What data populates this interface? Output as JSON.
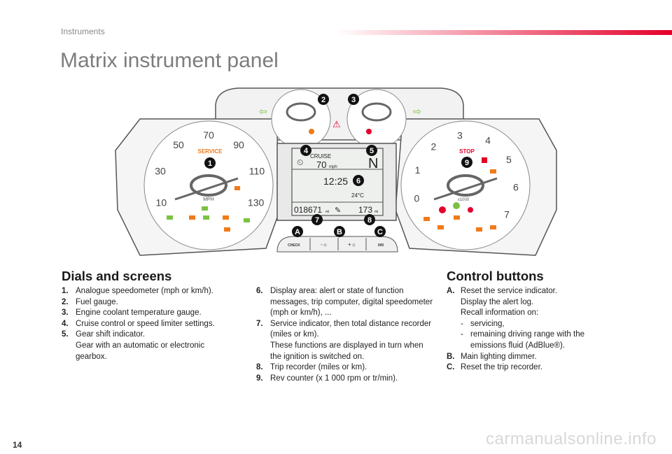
{
  "header": {
    "section": "Instruments",
    "title": "Matrix instrument panel"
  },
  "illustration": {
    "speedometer": {
      "numbers": [
        "10",
        "30",
        "50",
        "70",
        "90",
        "110",
        "130"
      ],
      "warning": "SERVICE",
      "unit": "MPH"
    },
    "rev_counter": {
      "numbers": [
        "0",
        "1",
        "2",
        "3",
        "4",
        "5",
        "6",
        "7"
      ],
      "warning": "STOP",
      "unit": "x1000"
    },
    "display": {
      "cruise_label": "CRUISE",
      "cruise_speed": "70",
      "cruise_unit": "mph",
      "gear": "N",
      "time": "12:25",
      "temperature": "24°C",
      "odometer": "018671",
      "odometer_unit": "mi",
      "trip": "173",
      "trip_unit": "mi"
    },
    "buttons": {
      "check": "CHECK",
      "dim_minus": "-☼",
      "dim_plus": "+☼",
      "reset": "000"
    },
    "callouts": [
      "1",
      "2",
      "3",
      "4",
      "5",
      "6",
      "7",
      "8",
      "9",
      "A",
      "B",
      "C"
    ],
    "colors": {
      "warning_orange": "#f07a1a",
      "warning_red": "#e4002b",
      "indicator_green": "#7cc242"
    }
  },
  "dials": {
    "heading": "Dials and screens",
    "items": [
      {
        "num": "1.",
        "text": "Analogue speedometer (mph or km/h)."
      },
      {
        "num": "2.",
        "text": "Fuel gauge."
      },
      {
        "num": "3.",
        "text": "Engine coolant temperature gauge."
      },
      {
        "num": "4.",
        "text": "Cruise control or speed limiter settings."
      },
      {
        "num": "5.",
        "text": "Gear shift indicator.",
        "extra": "Gear with an automatic or electronic gearbox."
      }
    ],
    "items2": [
      {
        "num": "6.",
        "text": "Display area: alert or state of function messages, trip computer, digital speedometer (mph or km/h), ..."
      },
      {
        "num": "7.",
        "text": "Service indicator, then total distance recorder (miles or km).",
        "extra": "These functions are displayed in turn when the ignition is switched on."
      },
      {
        "num": "8.",
        "text": "Trip recorder (miles or km)."
      },
      {
        "num": "9.",
        "text": "Rev counter (x 1 000 rpm or tr/min)."
      }
    ]
  },
  "controls": {
    "heading": "Control buttons",
    "items": [
      {
        "num": "A.",
        "text": "Reset the service indicator.",
        "lines": [
          "Display the alert log.",
          "Recall information on:"
        ],
        "subs": [
          "servicing,",
          "remaining driving range with the emissions fluid (AdBlue®)."
        ]
      },
      {
        "num": "B.",
        "text": "Main lighting dimmer."
      },
      {
        "num": "C.",
        "text": "Reset the trip recorder."
      }
    ]
  },
  "footer": {
    "page": "14",
    "watermark": "carmanualsonline.info"
  }
}
